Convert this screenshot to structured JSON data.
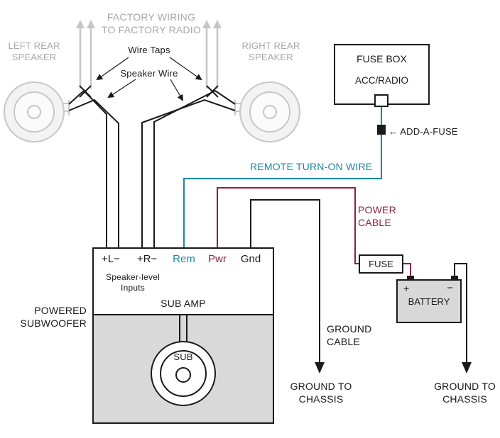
{
  "colors": {
    "teal": "#1987a5",
    "maroon": "#8c2240",
    "gray_text": "#a8a8a8",
    "gray_line": "#c6c6c6",
    "wire_black": "#1a1a1a",
    "panel_gray": "#d9d9d9",
    "battery_gray": "#d8d8d8"
  },
  "labels": {
    "left_speaker": "LEFT REAR\nSPEAKER",
    "right_speaker": "RIGHT REAR\nSPEAKER",
    "factory_wiring": "FACTORY WIRING\nTO FACTORY RADIO",
    "wire_taps": "Wire Taps",
    "speaker_wire": "Speaker Wire",
    "add_a_fuse": "← ADD-A-FUSE",
    "remote_turn_on": "REMOTE TURN-ON WIRE",
    "power_cable": "POWER\nCABLE",
    "ground_cable": "GROUND\nCABLE",
    "ground_chassis_left": "GROUND TO\nCHASSIS",
    "ground_chassis_right": "GROUND TO\nCHASSIS",
    "powered_subwoofer": "POWERED\nSUBWOOFER"
  },
  "fuse_box": {
    "title": "FUSE BOX",
    "circuit": "ACC/RADIO"
  },
  "inline_fuse": {
    "label": "FUSE"
  },
  "battery": {
    "label": "BATTERY",
    "positive": "+",
    "negative": "−"
  },
  "amp": {
    "terminals": [
      {
        "label": "+L−"
      },
      {
        "label": "+R−"
      },
      {
        "label": "Rem"
      },
      {
        "label": "Pwr"
      },
      {
        "label": "Gnd"
      }
    ],
    "inputs": "Speaker-level\nInputs",
    "title": "SUB AMP",
    "sub": "SUB"
  }
}
